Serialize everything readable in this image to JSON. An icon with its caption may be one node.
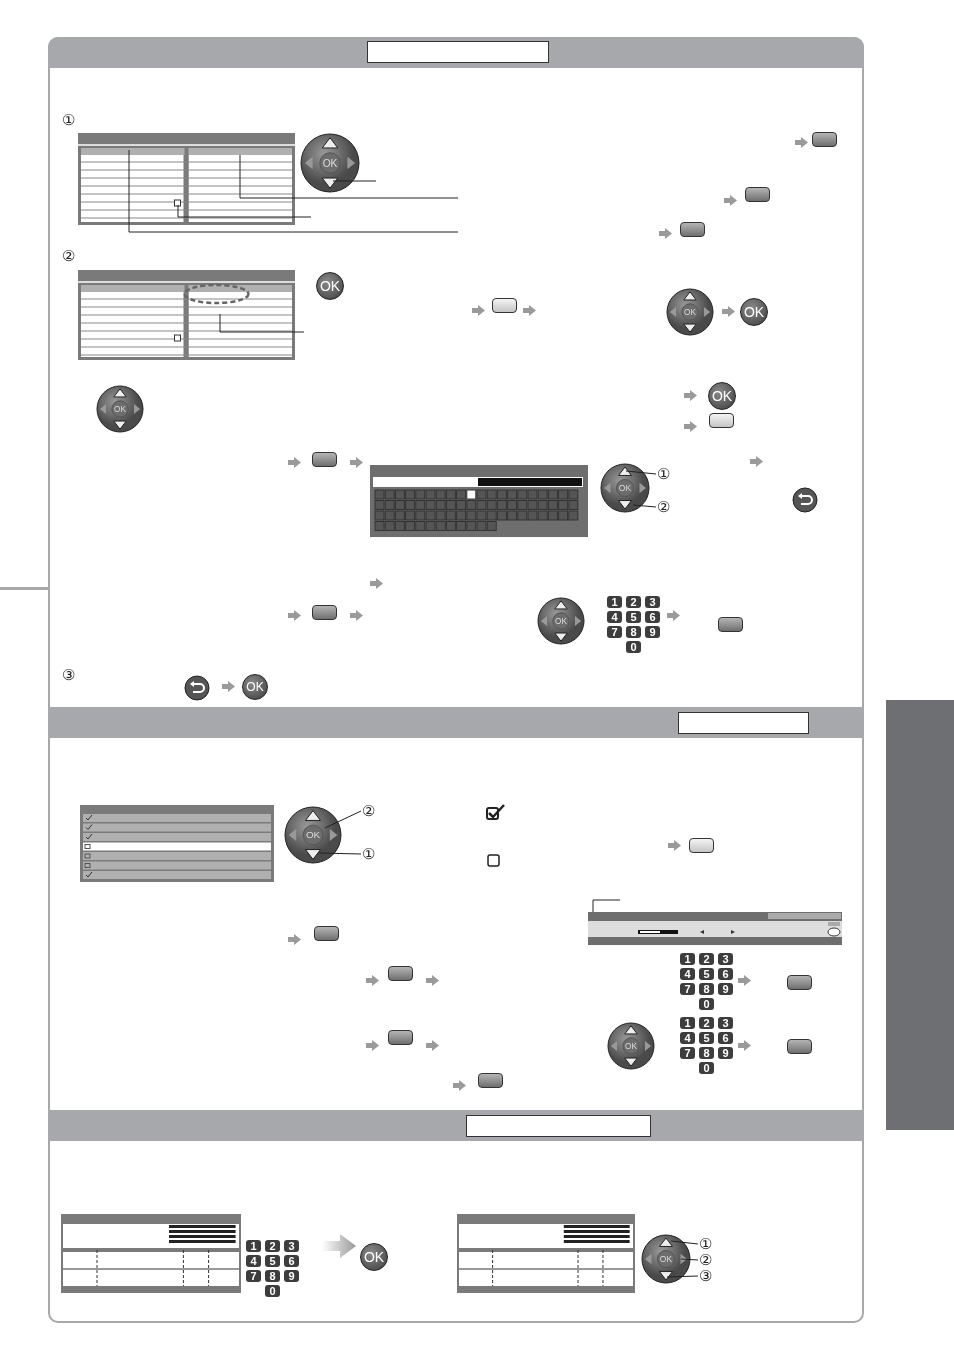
{
  "diagram": {
    "nodes": [
      {
        "text": [],
        "shape": "box"
      },
      {
        "text": [
          "OK"
        ]
      },
      {
        "text": [],
        "shape": "box"
      },
      {
        "text": [
          "OK"
        ]
      },
      {
        "text": [
          "OK"
        ]
      },
      {
        "text": [
          "OK"
        ]
      },
      {
        "text": [
          "①"
        ]
      },
      {
        "text": [
          "②"
        ]
      },
      {
        "text": [
          "OK"
        ]
      },
      {
        "text": [],
        "shape": "box"
      },
      {
        "text": [
          "OK"
        ]
      },
      {
        "text": [
          "②"
        ]
      },
      {
        "text": [
          "①"
        ]
      },
      {
        "text": [],
        "shape": "box"
      },
      {
        "text": [
          "OK"
        ]
      },
      {
        "text": [
          "OK"
        ]
      },
      {
        "text": [
          "①"
        ]
      },
      {
        "text": [
          "②"
        ]
      },
      {
        "text": [
          "③"
        ]
      }
    ],
    "edges": [
      {
        "from": 1,
        "to": null,
        "arrow": "none"
      },
      {
        "from": 0,
        "to": null,
        "arrow": "none"
      },
      {
        "from": 0,
        "to": null,
        "arrow": "none"
      },
      {
        "from": 0,
        "to": null,
        "arrow": "none"
      },
      {
        "from": 2,
        "to": null,
        "arrow": "none"
      },
      {
        "from": 6,
        "to": 5,
        "arrow": "none"
      },
      {
        "from": 7,
        "to": 5,
        "arrow": "none"
      },
      {
        "from": 11,
        "to": 10,
        "arrow": "none"
      },
      {
        "from": 12,
        "to": 10,
        "arrow": "none"
      },
      {
        "from": 13,
        "to": null,
        "arrow": "none"
      },
      {
        "from": 16,
        "to": 15,
        "arrow": "none"
      },
      {
        "from": 17,
        "to": 15,
        "arrow": "none"
      },
      {
        "from": 18,
        "to": 15,
        "arrow": "none"
      }
    ],
    "labels": [
      "①",
      "②",
      "OK",
      "OK",
      "OK",
      "1",
      "2",
      "3",
      "4",
      "5",
      "6",
      "7",
      "8",
      "9",
      "0",
      "③",
      "OK",
      "1",
      "2",
      "3",
      "4",
      "5",
      "6",
      "7",
      "8",
      "9",
      "0",
      "1",
      "2",
      "3",
      "4",
      "5",
      "6",
      "7",
      "8",
      "9",
      "0",
      "1",
      "2",
      "3",
      "4",
      "5",
      "6",
      "7",
      "8",
      "9",
      "0",
      "OK"
    ]
  }
}
